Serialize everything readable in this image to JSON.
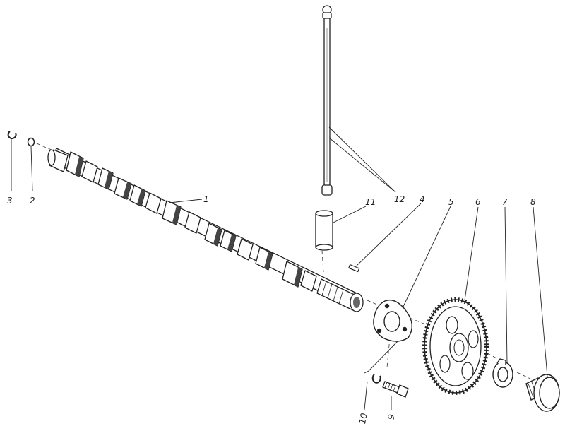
{
  "diagram": {
    "labels": {
      "p1": "1",
      "p2": "2",
      "p3": "3",
      "p4": "4",
      "p5": "5",
      "p6": "6",
      "p7": "7",
      "p8": "8",
      "p9": "9",
      "p10": "10",
      "p11": "11",
      "p12": "12"
    },
    "colors": {
      "ink": "#222222",
      "paper": "#ffffff",
      "shade": "#444444"
    }
  }
}
